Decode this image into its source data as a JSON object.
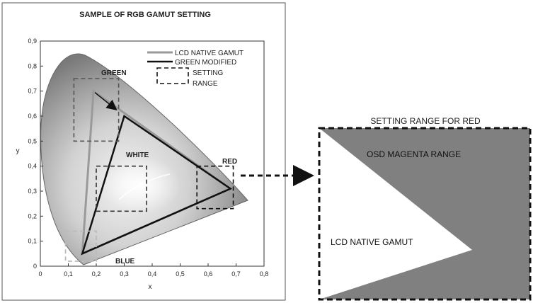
{
  "left_chart": {
    "title": "SAMPLE OF RGB GAMUT SETTING",
    "x_label": "x",
    "y_label": "y",
    "x_ticks": [
      "0",
      "0,1",
      "0,2",
      "0,3",
      "0,4",
      "0,5",
      "0,6",
      "0,7",
      "0,8"
    ],
    "y_ticks": [
      "0",
      "0,1",
      "0,2",
      "0,3",
      "0,4",
      "0,5",
      "0,6",
      "0,7",
      "0,8",
      "0,9"
    ],
    "legend": {
      "native": "LCD NATIVE GAMUT",
      "modified": "GREEN MODIFIED",
      "setting_line1": "SETTING",
      "setting_line2": "RANGE"
    },
    "region_labels": {
      "green": "GREEN",
      "white": "WHITE",
      "red": "RED",
      "blue": "BLUE"
    }
  },
  "right_panel": {
    "title": "SETTING RANGE FOR RED",
    "magenta_label": "OSD MAGENTA RANGE",
    "native_label": "LCD NATIVE GAMUT"
  },
  "chart_data": {
    "type": "scatter",
    "title": "SAMPLE OF RGB GAMUT SETTING",
    "xlabel": "x",
    "ylabel": "y",
    "xlim": [
      0,
      0.8
    ],
    "ylim": [
      0,
      0.9
    ],
    "series": [
      {
        "name": "LCD NATIVE GAMUT",
        "points": [
          [
            0.19,
            0.7
          ],
          [
            0.68,
            0.31
          ],
          [
            0.15,
            0.05
          ],
          [
            0.19,
            0.7
          ]
        ]
      },
      {
        "name": "GREEN MODIFIED",
        "points": [
          [
            0.3,
            0.6
          ],
          [
            0.68,
            0.31
          ],
          [
            0.15,
            0.05
          ],
          [
            0.3,
            0.6
          ]
        ]
      }
    ],
    "setting_ranges": [
      {
        "label": "GREEN",
        "x": [
          0.12,
          0.28
        ],
        "y": [
          0.5,
          0.75
        ]
      },
      {
        "label": "WHITE",
        "x": [
          0.2,
          0.38
        ],
        "y": [
          0.22,
          0.4
        ]
      },
      {
        "label": "RED",
        "x": [
          0.56,
          0.69
        ],
        "y": [
          0.23,
          0.4
        ]
      },
      {
        "label": "BLUE",
        "x": [
          0.09,
          0.2
        ],
        "y": [
          0.02,
          0.14
        ]
      }
    ]
  }
}
